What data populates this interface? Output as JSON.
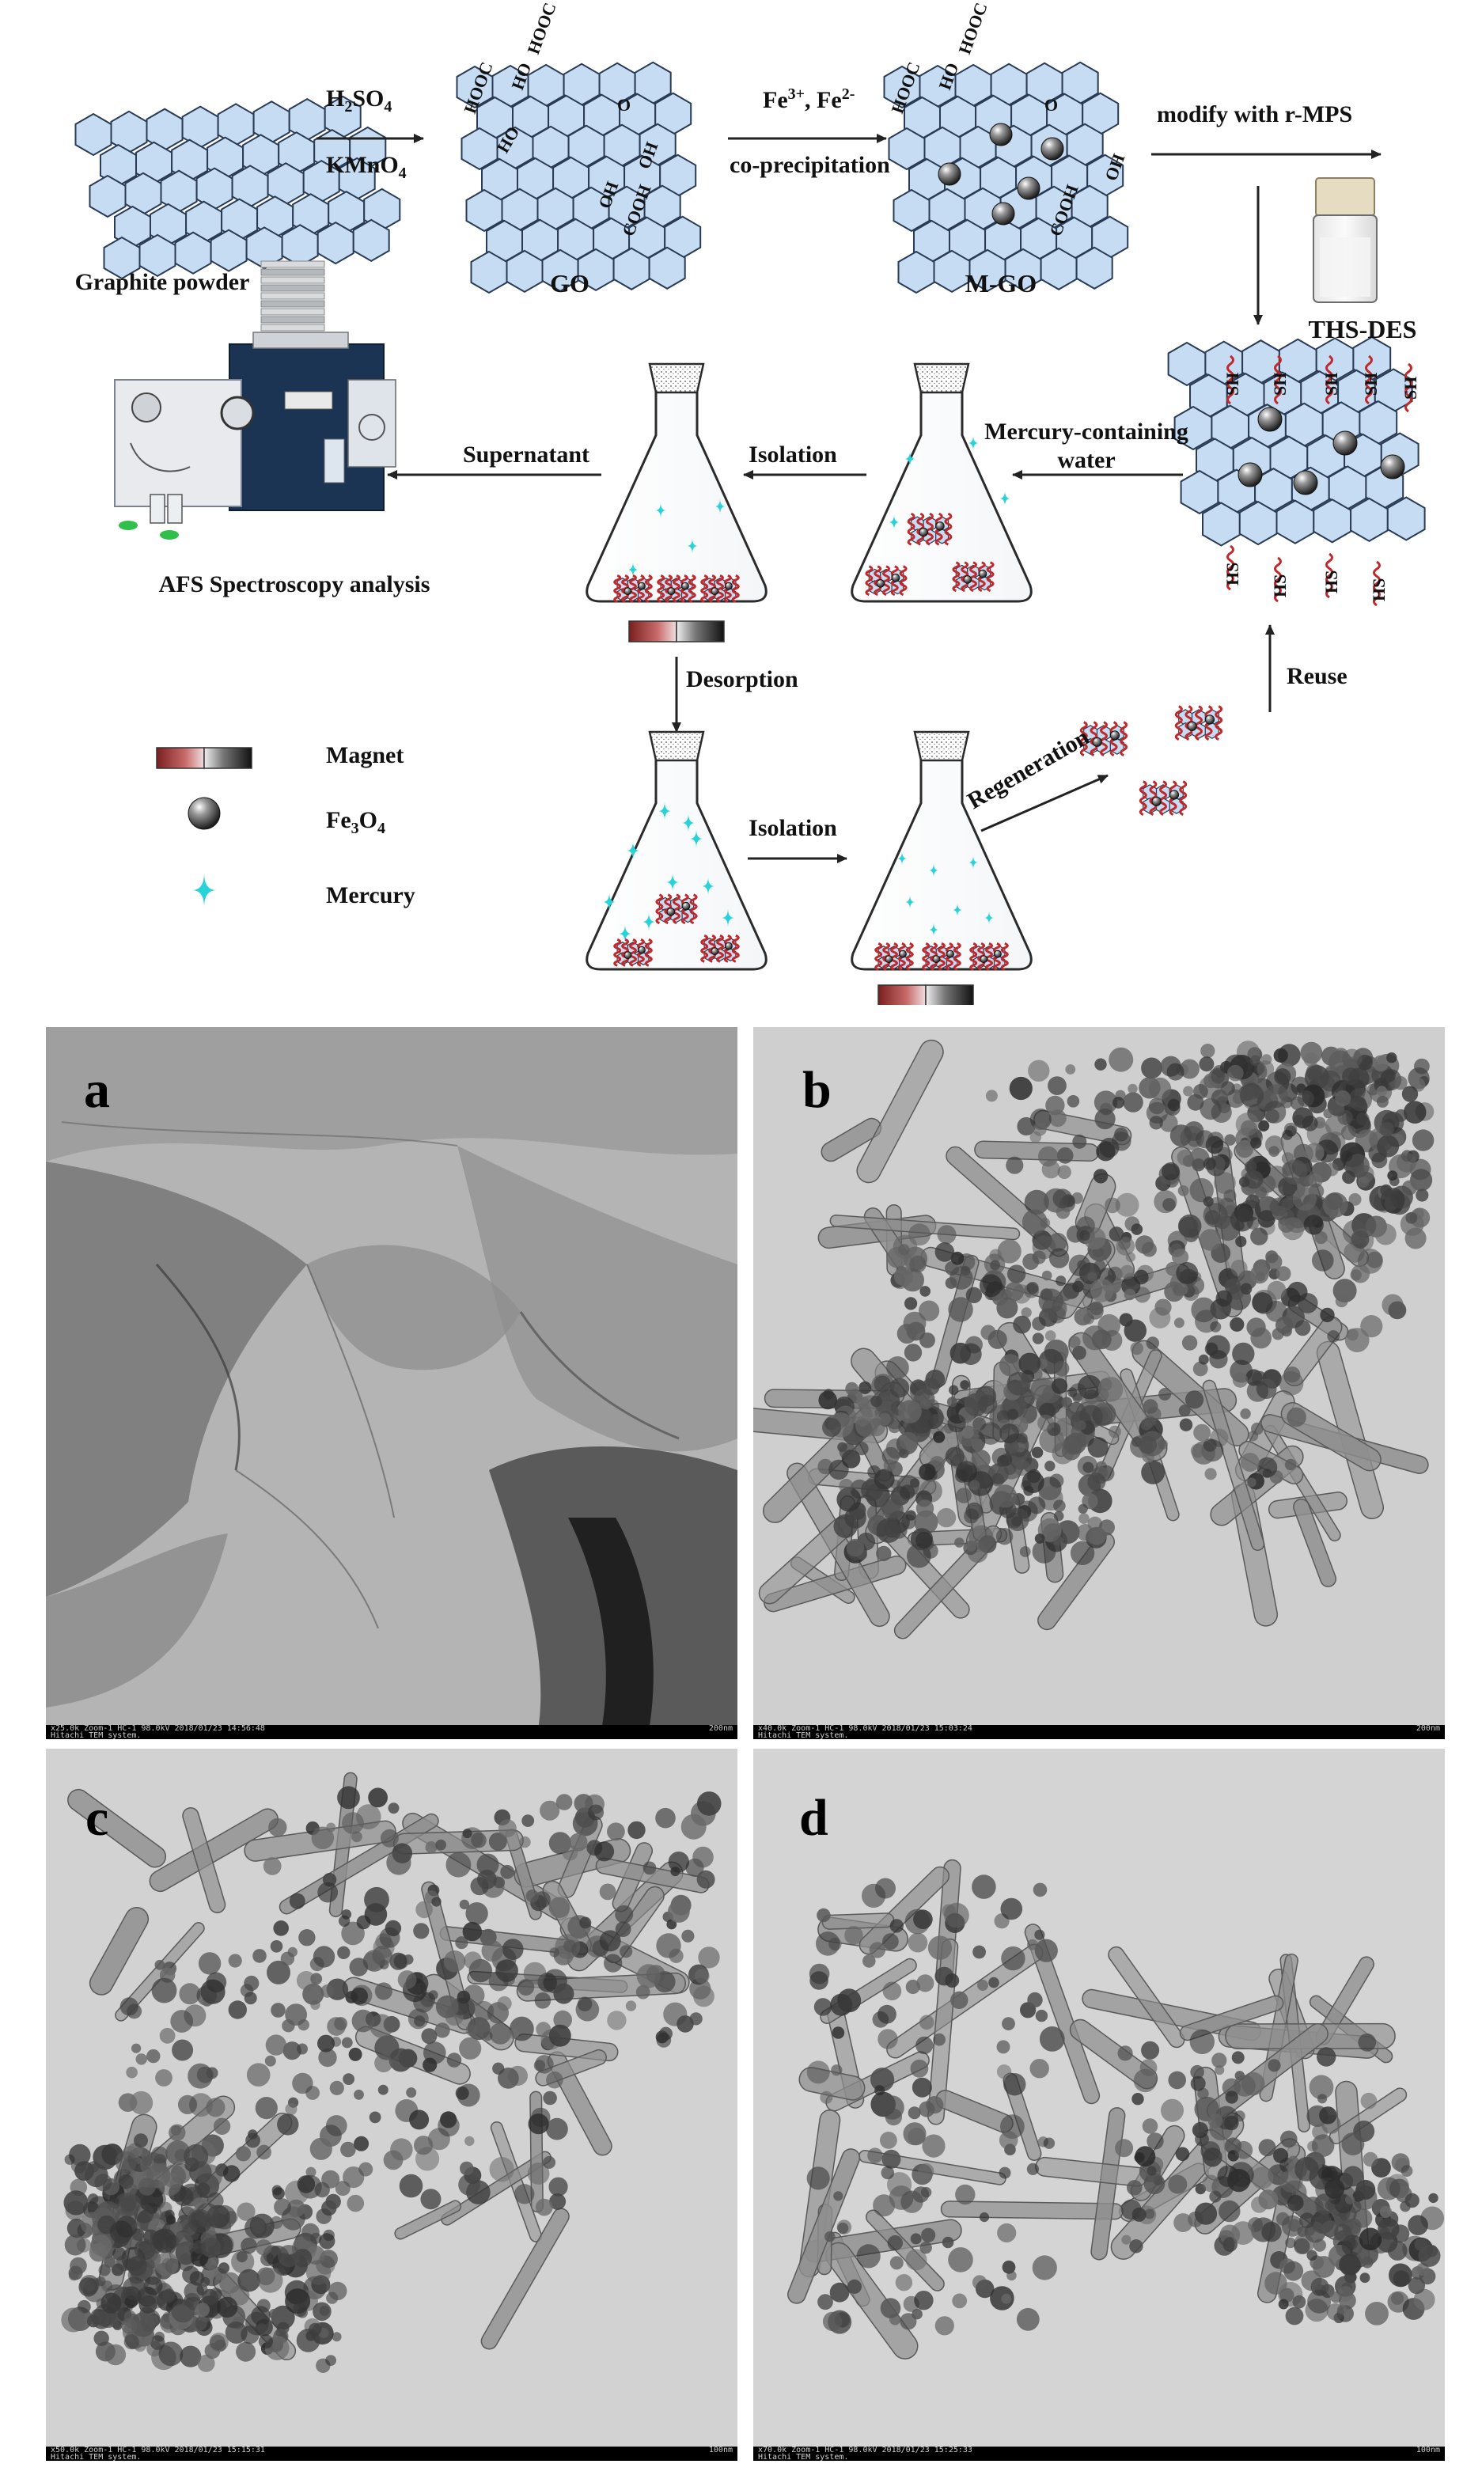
{
  "scheme": {
    "graphite_label": "Graphite powder",
    "step1_top": "H",
    "step1_top_sub": "2",
    "step1_top_rest": "SO",
    "step1_top_sub2": "4",
    "step1_bottom": "KMnO",
    "step1_bottom_sub": "4",
    "go_label": "GO",
    "step2_top": "Fe",
    "step2_top_sup": "3+",
    "step2_top_mid": ", Fe",
    "step2_top_sup2": "2-",
    "step2_bottom": "co-precipitation",
    "mgo_label": "M-GO",
    "modify_label": "modify with r-MPS",
    "thsdes_label": "THS-DES",
    "mercury_water_line1": "Mercury-containing",
    "mercury_water_line2": "water",
    "isolation_label_1": "Isolation",
    "supernatant_label": "Supernatant",
    "afs_label": "AFS Spectroscopy analysis",
    "desorption_label": "Desorption",
    "isolation_label_2": "Isolation",
    "regeneration_label": "Regeneration",
    "reuse_label": "Reuse",
    "groups": {
      "hooc": "HOOC",
      "ho": "HO",
      "oh": "OH",
      "cooh": "COOH",
      "o": "O",
      "sh": "SH",
      "hs": "HS"
    },
    "legend": {
      "magnet": "Magnet",
      "fe3o4_main": "Fe",
      "fe3o4_sub1": "3",
      "fe3o4_o": "O",
      "fe3o4_sub2": "4",
      "mercury": "Mercury"
    },
    "colors": {
      "hex_fill": "#c6dcf2",
      "mercury": "#27d3d9",
      "magnet_red": "#9e2a2a",
      "chain_red": "#c0282b"
    }
  },
  "tem": {
    "panels": [
      {
        "letter": "a",
        "status_left": "x25.0k Zoom-1 HC-1 98.0kV 2018/01/23 14:56:48",
        "status_sub": "Hitachi TEM system.",
        "scale": "200nm"
      },
      {
        "letter": "b",
        "status_left": "x40.0k Zoom-1 HC-1 98.0kV 2018/01/23 15:03:24",
        "status_sub": "Hitachi TEM system.",
        "scale": "200nm"
      },
      {
        "letter": "c",
        "status_left": "x50.0k Zoom-1 HC-1 98.0kV 2018/01/23 15:15:31",
        "status_sub": "Hitachi TEM system.",
        "scale": "100nm"
      },
      {
        "letter": "d",
        "status_left": "x70.0k Zoom-1 HC-1 98.0kV 2018/01/23 15:25:33",
        "status_sub": "Hitachi TEM system.",
        "scale": "100nm"
      }
    ]
  }
}
